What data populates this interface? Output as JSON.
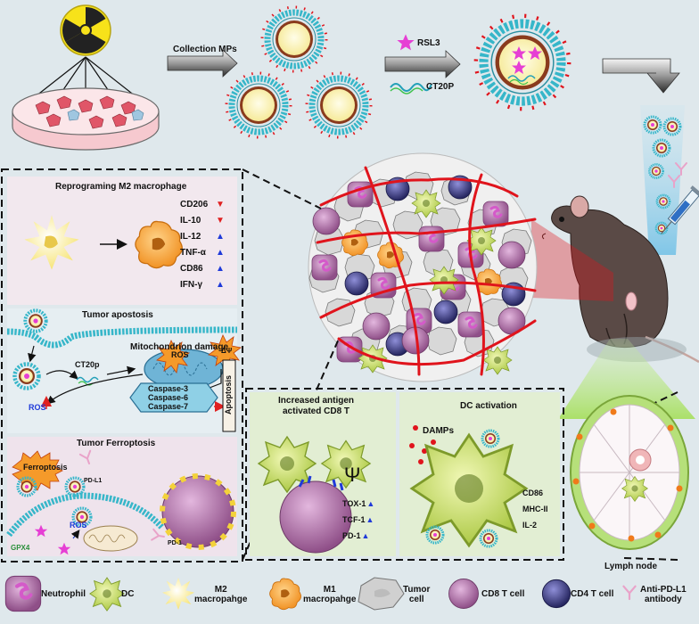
{
  "top": {
    "collection_label": "Collection MPs",
    "drug_label": "RSL3",
    "peptide_label": "CT20P"
  },
  "panel_m2": {
    "title": "Reprograming M2 macrophage",
    "markers": [
      {
        "name": "CD206",
        "dir": "down"
      },
      {
        "name": "IL-10",
        "dir": "down"
      },
      {
        "name": "IL-12",
        "dir": "up"
      },
      {
        "name": "TNF-α",
        "dir": "up"
      },
      {
        "name": "CD86",
        "dir": "up"
      },
      {
        "name": "IFN-γ",
        "dir": "up"
      }
    ]
  },
  "panel_apoptosis": {
    "title": "Tumor apostosis",
    "mito_label": "Mitochondrion damage",
    "ct20p_label": "CT20p",
    "ros_label": "ROS",
    "dpsi_label": "ΔΨ",
    "caspases": [
      "Caspase-3",
      "Caspase-6",
      "Caspase-7"
    ],
    "apoptosis_label": "Apoptosis",
    "ros_out_label": "ROS"
  },
  "panel_ferroptosis": {
    "title": "Tumor Ferroptosis",
    "ferroptosis_label": "Ferroptosis",
    "pdl1_label": "PD-L1",
    "ros_label": "ROS",
    "gpx4_label": "GPX4",
    "pd1_label": "PD-1"
  },
  "panel_cd8": {
    "title_line1": "Increased antigen",
    "title_line2": "activated CD8 T",
    "markers": [
      "TOX-1",
      "TCF-1",
      "PD-1"
    ],
    "psi": "Ψ"
  },
  "panel_dc": {
    "title": "DC activation",
    "damps_label": "DAMPs",
    "markers": [
      "CD86",
      "MHC-II",
      "IL-2"
    ]
  },
  "lymph_label": "Lymph node",
  "legend": [
    {
      "label": "Neutrophil"
    },
    {
      "label": "DC"
    },
    {
      "label": "M2\nmacropahge"
    },
    {
      "label": "M1\nmacropahge"
    },
    {
      "label": "Tumor\ncell"
    },
    {
      "label": "CD8 T cell"
    },
    {
      "label": "CD4 T cell"
    },
    {
      "label": "Anti-PD-L1\nantibody"
    }
  ],
  "colors": {
    "background": "#dfe8ec",
    "microparticle_shell": "#36b6c9",
    "microparticle_core": "#fff7bf",
    "ring": "#8a3b1d",
    "drug_star": "#e63fd4",
    "dc_green": "#b7d25a",
    "m1_orange": "#f4a23a",
    "cd8_purple": "#9c5d95",
    "cd4_navy": "#2f2f6e",
    "up_arrow": "#1f3ad9",
    "down_arrow": "#e02020",
    "vessel_red": "#e0141c"
  }
}
